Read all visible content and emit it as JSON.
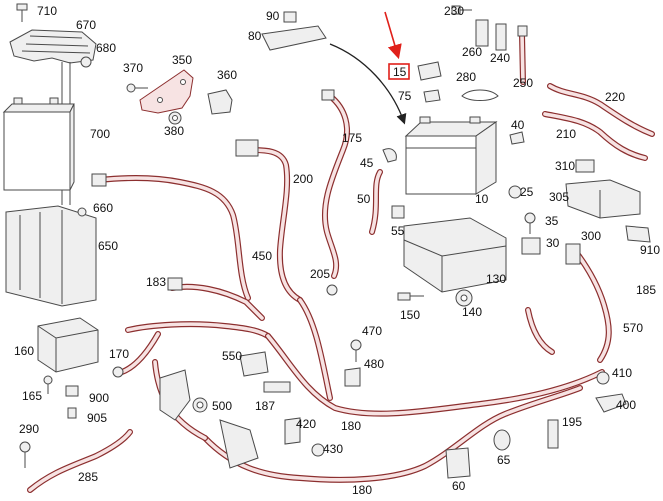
{
  "callouts": {
    "p710": "710",
    "p670": "670",
    "p680": "680",
    "p370": "370",
    "p350": "350",
    "p360": "360",
    "p380": "380",
    "p700": "700",
    "p660": "660",
    "p650": "650",
    "p160": "160",
    "p170": "170",
    "p165": "165",
    "p900": "900",
    "p905": "905",
    "p290": "290",
    "p285": "285",
    "p90": "90",
    "p80": "80",
    "p183": "183",
    "p200": "200",
    "p175": "175",
    "p45": "45",
    "p50": "50",
    "p55": "55",
    "p450": "450",
    "p205": "205",
    "p470": "470",
    "p480": "480",
    "p550": "550",
    "p187": "187",
    "p420": "420",
    "p430": "430",
    "p500": "500",
    "p180a": "180",
    "p180b": "180",
    "p15": "15",
    "p75": "75",
    "p230": "230",
    "p260": "260",
    "p240": "240",
    "p250": "250",
    "p280": "280",
    "p220": "220",
    "p210": "210",
    "p40": "40",
    "p310": "310",
    "p305": "305",
    "p910": "910",
    "p35": "35",
    "p30": "30",
    "p300": "300",
    "p185": "185",
    "p570": "570",
    "p410": "410",
    "p400": "400",
    "p195": "195",
    "p60": "60",
    "p65": "65",
    "p10": "10",
    "p25": "25",
    "p130": "130",
    "p140": "140",
    "p150": "150"
  },
  "colors": {
    "highlight": "#e0201a",
    "cable_outline": "#8c2f2f",
    "cable_fill": "#f7e3e3",
    "part_line": "#4a4a4a",
    "part_fill": "#efefef"
  }
}
